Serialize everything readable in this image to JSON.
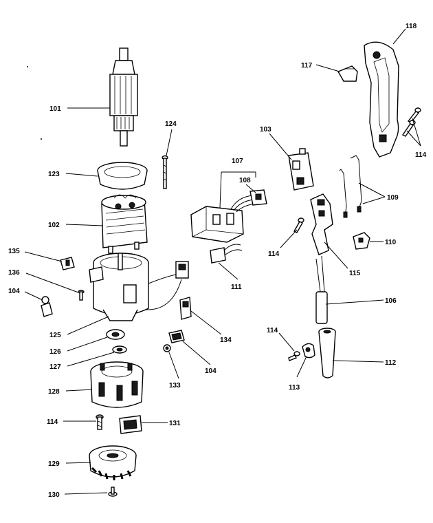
{
  "labels": {
    "p101": "101",
    "p123": "123",
    "p102": "102",
    "p135": "135",
    "p136": "136",
    "p104a": "104",
    "p125": "125",
    "p126": "126",
    "p127": "127",
    "p128": "128",
    "p114a": "114",
    "p131": "131",
    "p129": "129",
    "p130": "130",
    "p124": "124",
    "p133": "133",
    "p104b": "104",
    "p134": "134",
    "p107": "107",
    "p108": "108",
    "p111": "111",
    "p103": "103",
    "p114b": "114",
    "p115": "115",
    "p117": "117",
    "p118": "118",
    "p114c": "114",
    "p109": "109",
    "p110": "110",
    "p106": "106",
    "p114d": "114",
    "p113": "113",
    "p112": "112"
  }
}
